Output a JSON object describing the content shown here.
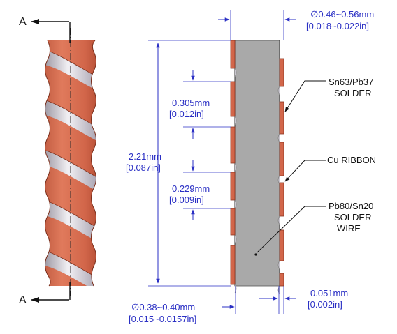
{
  "colors": {
    "copper": "#d2664a",
    "copper_dark": "#a8442c",
    "copper_edge": "#8a3520",
    "silver": "#c9c6cf",
    "core_gray": "#a9a9a9",
    "dimension": "#2a2fc4",
    "leader": "#111111"
  },
  "section": {
    "top_label": "A",
    "bottom_label": "A"
  },
  "dimensions": {
    "outer_dia": {
      "mm": "∅0.46~0.56mm",
      "in": "[0.018~0.022in]"
    },
    "ribbon_pitch": {
      "mm": "0.305mm",
      "in": "[0.012in]"
    },
    "length": {
      "mm": "2.21mm",
      "in": "[0.087in]"
    },
    "ribbon_gap": {
      "mm": "0.229mm",
      "in": "[0.009in]"
    },
    "core_dia": {
      "mm": "∅0.38~0.40mm",
      "in": "[0.015~0.0157in]"
    },
    "ribbon_thickness": {
      "mm": "0.051mm",
      "in": "[0.002in]"
    }
  },
  "callouts": {
    "sn63": [
      "Sn63/Pb37",
      "SOLDER"
    ],
    "cu_ribbon": [
      "Cu RIBBON"
    ],
    "pb80": [
      "Pb80/Sn20",
      "SOLDER",
      "WIRE"
    ]
  }
}
